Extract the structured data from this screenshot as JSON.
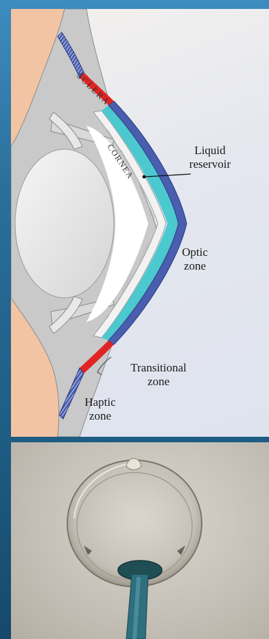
{
  "diagram": {
    "structure_labels": {
      "sclera": "SCLERA",
      "cornea": "CORNEA"
    },
    "callouts": {
      "liquid_reservoir": "Liquid\nreservoir",
      "optic_zone": "Optic\nzone",
      "transitional_zone": "Transitional\nzone",
      "haptic_zone": "Haptic\nzone"
    }
  },
  "colors": {
    "frame": "#2a6f9a",
    "lens_blue": "#4a5eb0",
    "transitional_red": "#e02424",
    "reservoir_cyan": "#4cc8cf",
    "sclera_gray": "#c9c9c9",
    "skin": "#f2c4a4"
  }
}
